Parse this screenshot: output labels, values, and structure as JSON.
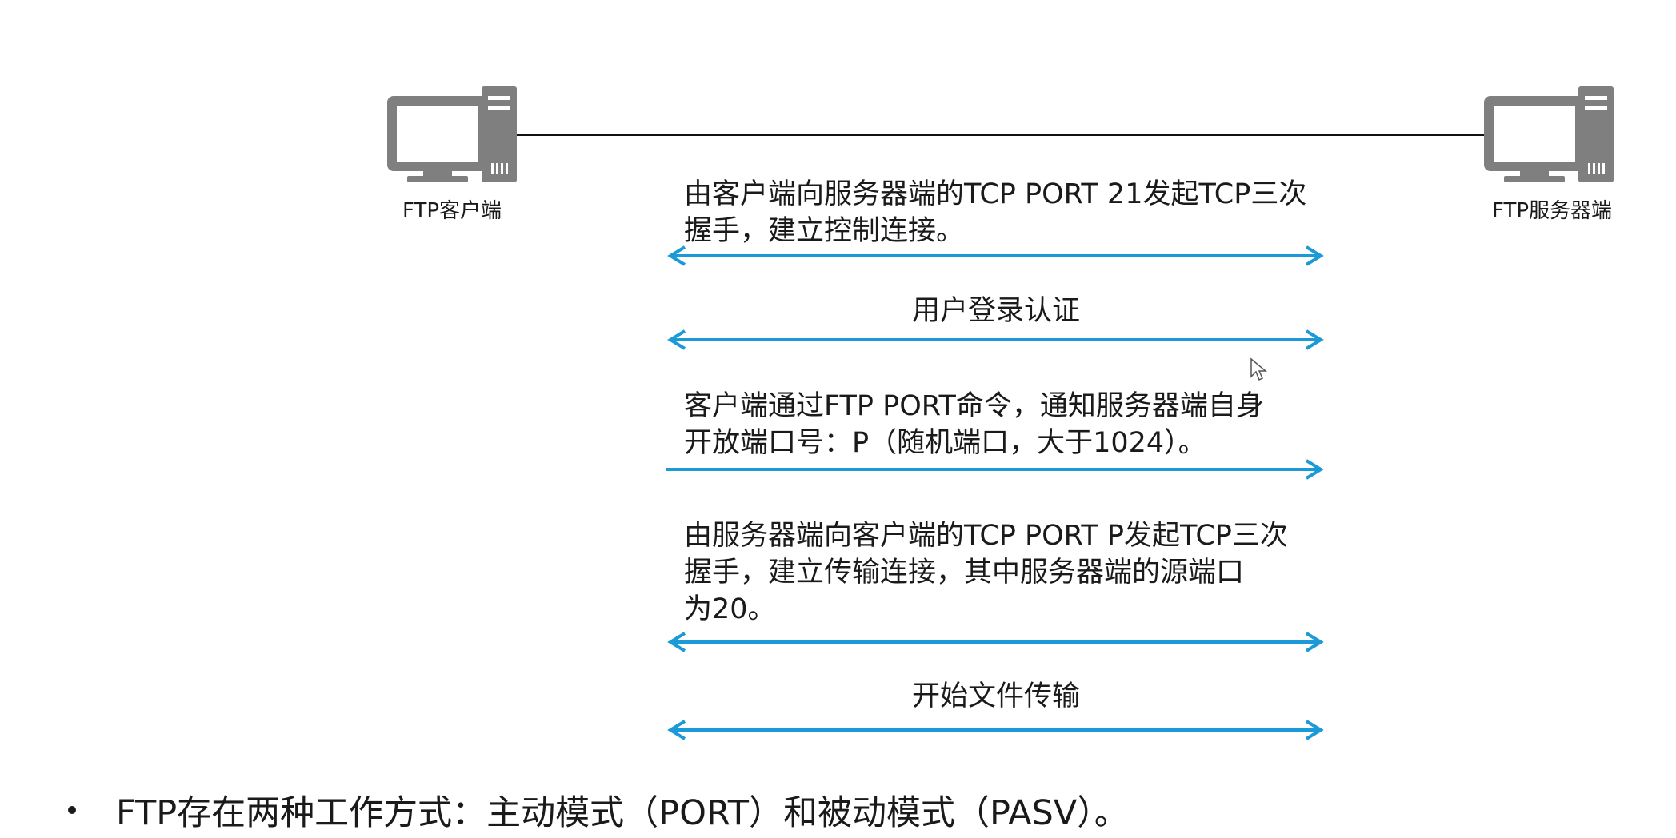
{
  "hosts": {
    "client": {
      "label": "FTP客户端",
      "icon": "desktop-computer-icon"
    },
    "server": {
      "label": "FTP服务器端",
      "icon": "desktop-computer-icon"
    }
  },
  "colors": {
    "arrow": "#1b9ad7",
    "link": "#111111",
    "icon_fill": "#7f7f7f",
    "text": "#1a1a1a"
  },
  "steps": [
    {
      "text": "由客户端向服务器端的TCP PORT 21发起TCP三次\n握手，建立控制连接。",
      "direction": "bidirectional"
    },
    {
      "text": "用户登录认证",
      "direction": "bidirectional"
    },
    {
      "text": "客户端通过FTP PORT命令，通知服务器端自身\n开放端口号：P（随机端口，大于1024）。",
      "direction": "client-to-server"
    },
    {
      "text": "由服务器端向客户端的TCP PORT P发起TCP三次\n握手，建立传输连接，其中服务器端的源端口\n为20。",
      "direction": "bidirectional"
    },
    {
      "text": "开始文件传输",
      "direction": "bidirectional"
    }
  ],
  "bullet": {
    "text": "FTP存在两种工作方式：主动模式（PORT）和被动模式（PASV）。"
  }
}
